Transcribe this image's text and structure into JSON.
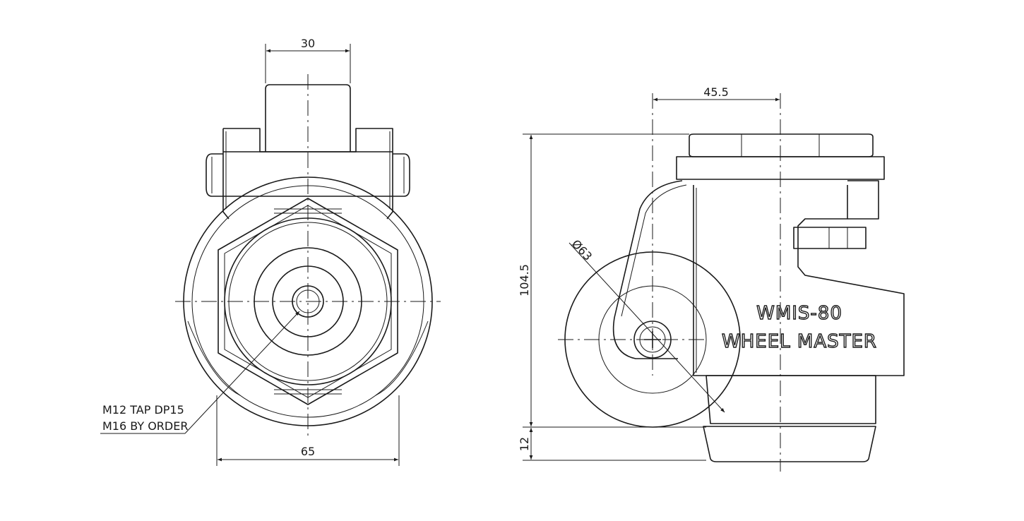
{
  "front_view": {
    "dim_top": "30",
    "dim_bottom": "65",
    "note_line1": "M12 TAP DP15",
    "note_line2": "M16 BY ORDER"
  },
  "side_view": {
    "dim_top": "45.5",
    "dim_height": "104.5",
    "dim_base": "12",
    "dim_diameter": "Ø63",
    "brand_line1": "WMIS-80",
    "brand_line2": "WHEEL MASTER"
  }
}
